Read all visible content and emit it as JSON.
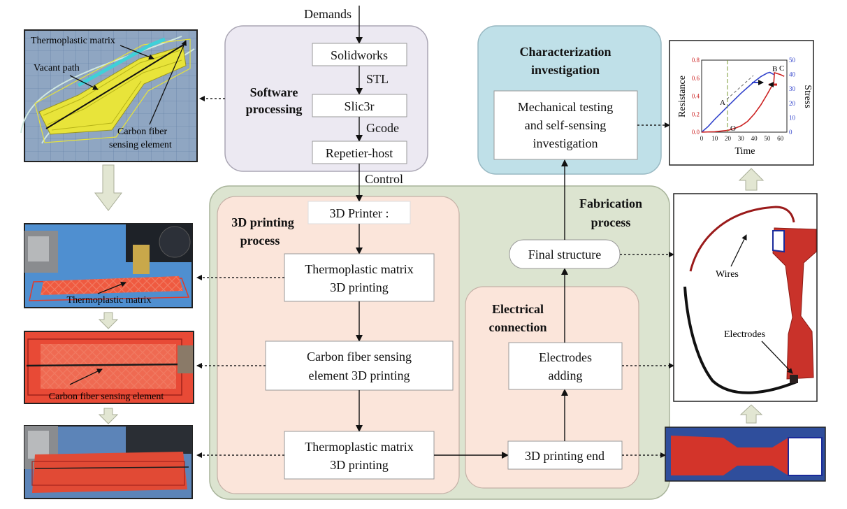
{
  "top_input": "Demands",
  "software": {
    "title_lines": [
      "Software",
      "processing"
    ],
    "steps": [
      "Solidworks",
      "Slic3r",
      "Repetier-host"
    ],
    "edge_labels": [
      "STL",
      "Gcode"
    ],
    "out_label": "Control"
  },
  "characterization": {
    "title_lines": [
      "Characterization",
      "investigation"
    ],
    "box_lines": [
      "Mechanical testing",
      "and self-sensing",
      "investigation"
    ]
  },
  "fabrication": {
    "title_lines": [
      "Fabrication",
      "process"
    ]
  },
  "printing": {
    "title_lines": [
      "3D printing",
      "process"
    ],
    "printer": "3D Printer :",
    "step1_lines": [
      "Thermoplastic matrix",
      "3D printing"
    ],
    "step2_lines": [
      "Carbon fiber sensing",
      "element 3D printing"
    ],
    "step3_lines": [
      "Thermoplastic matrix",
      "3D printing"
    ]
  },
  "electrical": {
    "title_lines": [
      "Electrical",
      "connection"
    ],
    "end": "3D printing end",
    "electrodes_lines": [
      "Electrodes",
      "adding"
    ],
    "final": "Final structure"
  },
  "photos": {
    "cad": {
      "labels": [
        "Thermoplastic matrix",
        "Vacant path",
        "Carbon fiber",
        "sensing element"
      ]
    },
    "printing1": "Thermoplastic matrix",
    "printing2": "Carbon fiber sensing element",
    "sample": {
      "labels": [
        "Wires",
        "Electrodes"
      ]
    }
  },
  "colors": {
    "software_bg": "#ece9f2",
    "characterization_bg": "#bfe0e8",
    "fabrication_bg": "#dce4d0",
    "printing_bg": "#fbe5da",
    "specimen_red": "#d8442f",
    "hollow_arrow": "#e2e6d2"
  },
  "chart_data": {
    "type": "line",
    "xlabel": "Time",
    "ylabel_left": "Resistance",
    "ylabel_right": "Stress",
    "x_ticks": [
      "0",
      "10",
      "20",
      "30",
      "40",
      "50",
      "60"
    ],
    "y_left_ticks": [
      "0.0",
      "0.2",
      "0.4",
      "0.6",
      "0.8"
    ],
    "y_right_ticks": [
      "0",
      "10",
      "20",
      "30",
      "40",
      "50"
    ],
    "xlim": [
      0,
      65
    ],
    "ylim_left": [
      0,
      0.8
    ],
    "ylim_right": [
      0,
      50
    ],
    "point_labels": [
      "A",
      "B",
      "C",
      "O"
    ],
    "series": [
      {
        "axis": "right",
        "color": "#3344cc",
        "x": [
          0,
          5,
          10,
          15,
          20,
          25,
          30,
          35,
          40,
          45,
          50,
          52,
          55
        ],
        "values": [
          0,
          4,
          9,
          13.5,
          18,
          22.5,
          27,
          31,
          35,
          38.5,
          41,
          41.5,
          40
        ]
      },
      {
        "axis": "left",
        "color": "#cc2222",
        "x": [
          0,
          10,
          20,
          25,
          30,
          35,
          40,
          45,
          50,
          53,
          55,
          55.5,
          60,
          63
        ],
        "values": [
          0,
          0.005,
          0.02,
          0.04,
          0.07,
          0.12,
          0.2,
          0.3,
          0.42,
          0.5,
          0.55,
          0.66,
          0.64,
          0.62
        ]
      }
    ]
  }
}
